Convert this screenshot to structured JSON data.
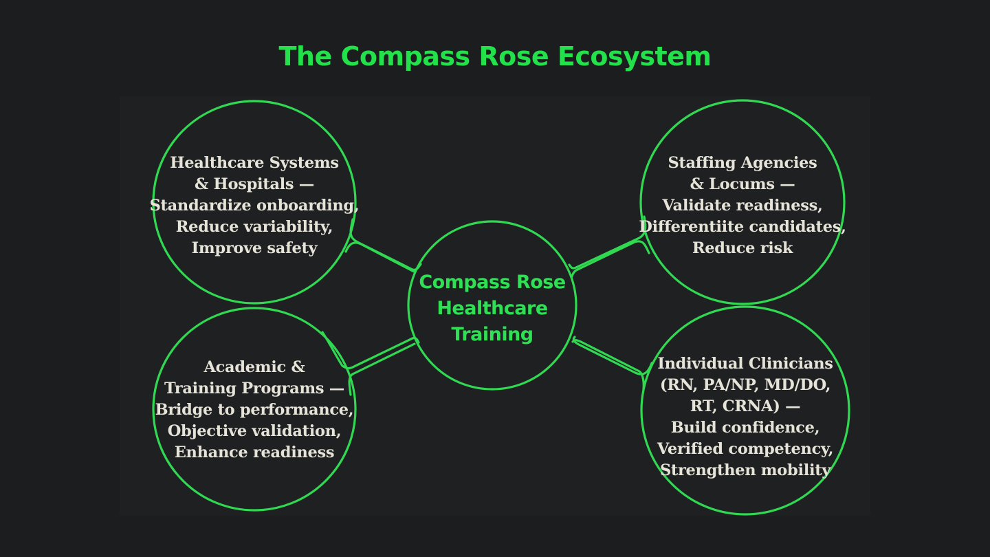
{
  "title": "The Compass Rose Ecosystem",
  "colors": {
    "accent": "#22e14b",
    "ring": "#31d852",
    "text": "#e6e3d8",
    "background": "#1c1d1f",
    "panel": "#1f2022"
  },
  "center": {
    "lines": [
      "Compass Rose",
      "Healthcare",
      "Training"
    ]
  },
  "nodes": [
    {
      "id": "healthcare-systems",
      "lines": [
        "Healthcare Systems",
        "& Hospitals —",
        "Standardize onboarding,",
        "Reduce variability,",
        "Improve safety"
      ]
    },
    {
      "id": "staffing-agencies",
      "lines": [
        "Staffing Agencies",
        "& Locums —",
        "Validate readiness,",
        "Differentiite candidates,",
        "Reduce risk"
      ]
    },
    {
      "id": "academic-programs",
      "lines": [
        "Academic &",
        "Training Programs —",
        "Bridge to performance,",
        "Objective validation,",
        "Enhance readiness"
      ]
    },
    {
      "id": "individual-clinicians",
      "lines": [
        "Individual Clinicians",
        "(RN, PA/NP, MD/DO,",
        "RT, CRNA) —",
        "Build confidence,",
        "Verified competency,",
        "Strengthen mobility"
      ]
    }
  ]
}
